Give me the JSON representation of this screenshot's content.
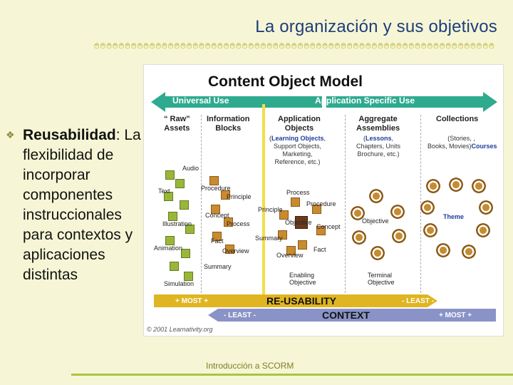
{
  "slide": {
    "title": "La organización y sus objetivos",
    "decoration": "࿉࿉࿉࿉࿉࿉࿉࿉࿉࿉࿉࿉࿉࿉࿉࿉࿉࿉࿉࿉࿉࿉࿉࿉࿉࿉࿉࿉࿉࿉࿉࿉࿉࿉࿉࿉࿉࿉࿉࿉࿉࿉࿉࿉࿉࿉࿉࿉࿉࿉࿉࿉࿉࿉࿉࿉࿉࿉࿉࿉࿉࿉࿉࿉࿉",
    "bullet": {
      "term": "Reusabilidad",
      "text": ": La flexibilidad de incorporar componentes instruccionales para contextos y aplicaciones distintas"
    },
    "footer": "Introducción a SCORM",
    "colors": {
      "title": "#1f3d7a",
      "background": "#f6f6d6",
      "accent": "#a9c540"
    }
  },
  "figure": {
    "title": "Content Object Model",
    "arrow_left": "Universal Use",
    "arrow_right": "Application Specific Use",
    "columns": [
      {
        "head": "“ Raw”\nAssets",
        "sub": ""
      },
      {
        "head": "Information\nBlocks",
        "sub": ""
      },
      {
        "head": "Application\nObjects",
        "sub_hl": "Learning Objects",
        "sub": "Support Objects,\nMarketing,\nReference, etc.)"
      },
      {
        "head": "Aggregate\nAssemblies",
        "sub_hl": "Lessons",
        "sub": "Chapters, Units\nBrochure, etc.)"
      },
      {
        "head": "Collections",
        "sub_hl": "Courses",
        "sub": "(Stories, , \nBooks, Movies)"
      }
    ],
    "raw_assets": [
      "Audio",
      "Text",
      "Illustration",
      "Animation",
      "Simulation"
    ],
    "info_blocks": [
      "Procedure",
      "Principle",
      "Concept",
      "Process",
      "Fact",
      "Overview",
      "Summary"
    ],
    "app_objects": [
      "Process",
      "Procedure",
      "Principle",
      "Objective",
      "Concept",
      "Summary",
      "Fact",
      "Overview"
    ],
    "enabling": "Enabling\nObjective",
    "aggregate_center": "Objective",
    "terminal": "Terminal\nObjective",
    "collection_center": "Theme",
    "reusability": {
      "label": "RE-USABILITY",
      "left": "+ MOST +",
      "right": "- LEAST -"
    },
    "context": {
      "label": "CONTEXT",
      "left": "- LEAST -",
      "right": "+ MOST +"
    },
    "copyright": "© 2001 Learnativity.org"
  }
}
